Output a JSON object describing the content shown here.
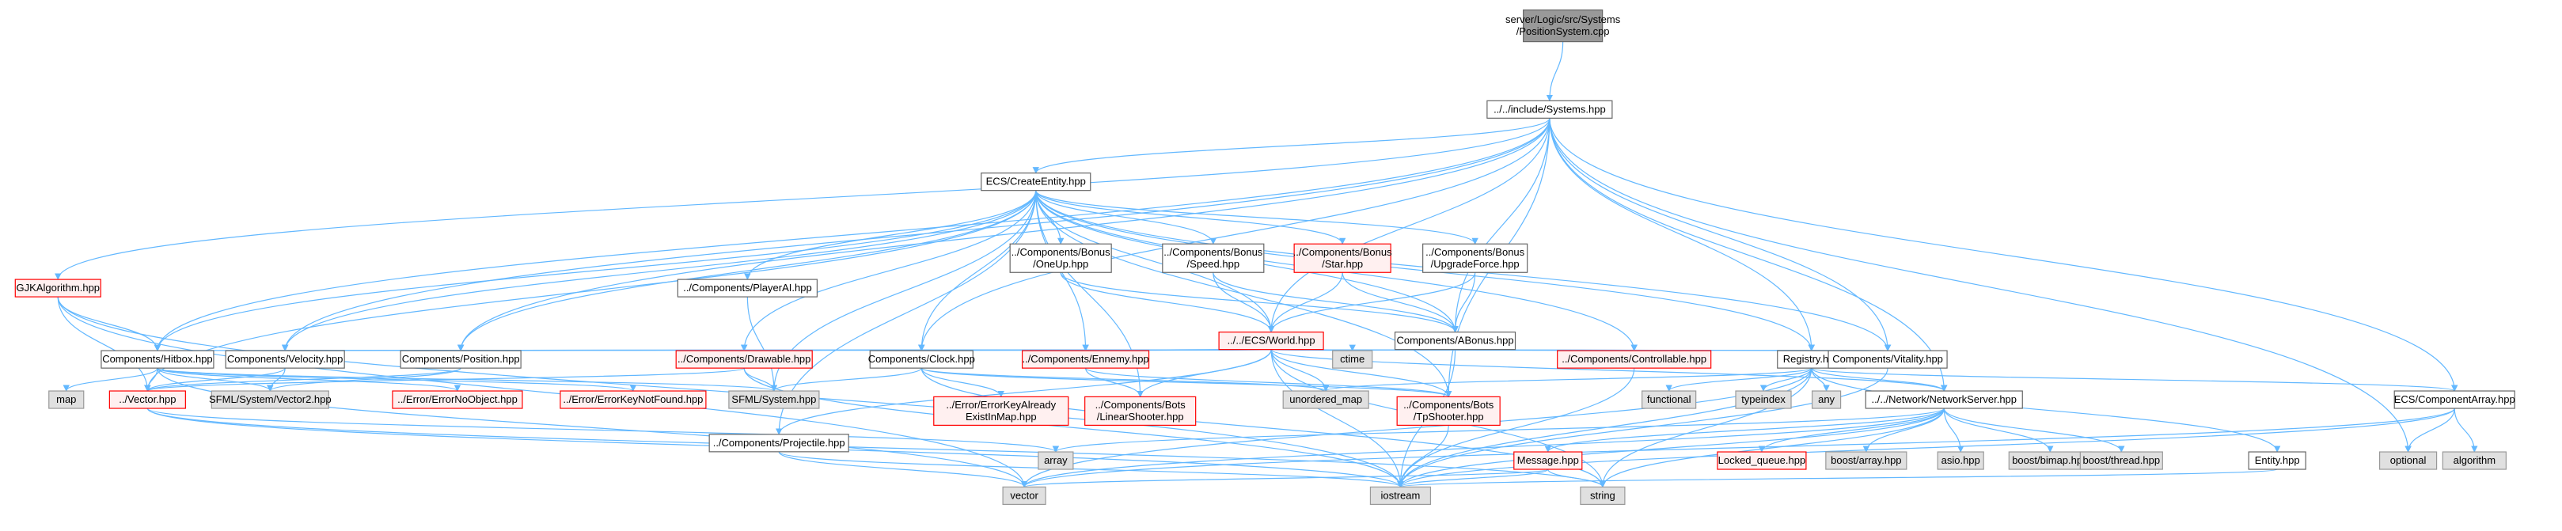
{
  "legend_colors": {
    "root": "#999999",
    "project": "#ffffff",
    "project_warn": "#fff0f0",
    "system": "#e0e0e0",
    "edge": "#63b8ff",
    "border_normal": "#666666",
    "border_red": "#ff0000",
    "border_root": "#666666"
  },
  "nodes": [
    {
      "id": "root",
      "lines": [
        "server/Logic/src/Systems",
        "/PositionSystem.cpp"
      ],
      "kind": "root"
    },
    {
      "id": "systems_hpp",
      "lines": [
        "../../include/Systems.hpp"
      ],
      "kind": "project"
    },
    {
      "id": "gjk",
      "lines": [
        "GJKAlgorithm.hpp"
      ],
      "kind": "warn"
    },
    {
      "id": "create_entity",
      "lines": [
        "ECS/CreateEntity.hpp"
      ],
      "kind": "project"
    },
    {
      "id": "bonus_oneup",
      "lines": [
        "../Components/Bonus",
        "/OneUp.hpp"
      ],
      "kind": "project"
    },
    {
      "id": "bonus_speed",
      "lines": [
        "../Components/Bonus",
        "/Speed.hpp"
      ],
      "kind": "project"
    },
    {
      "id": "bonus_star",
      "lines": [
        "../Components/Bonus",
        "/Star.hpp"
      ],
      "kind": "warn"
    },
    {
      "id": "bonus_upgrade",
      "lines": [
        "../Components/Bonus",
        "/UpgradeForce.hpp"
      ],
      "kind": "project"
    },
    {
      "id": "player_ai",
      "lines": [
        "../Components/PlayerAI.hpp"
      ],
      "kind": "project"
    },
    {
      "id": "world",
      "lines": [
        "../../ECS/World.hpp"
      ],
      "kind": "warn"
    },
    {
      "id": "abonus",
      "lines": [
        "Components/ABonus.hpp"
      ],
      "kind": "project"
    },
    {
      "id": "hitbox",
      "lines": [
        "Components/Hitbox.hpp"
      ],
      "kind": "project"
    },
    {
      "id": "velocity",
      "lines": [
        "Components/Velocity.hpp"
      ],
      "kind": "project"
    },
    {
      "id": "position",
      "lines": [
        "Components/Position.hpp"
      ],
      "kind": "project"
    },
    {
      "id": "drawable",
      "lines": [
        "../Components/Drawable.hpp"
      ],
      "kind": "warn"
    },
    {
      "id": "clock",
      "lines": [
        "Components/Clock.hpp"
      ],
      "kind": "project"
    },
    {
      "id": "ctime",
      "lines": [
        "ctime"
      ],
      "kind": "system"
    },
    {
      "id": "ennemy",
      "lines": [
        "../Components/Ennemy.hpp"
      ],
      "kind": "warn"
    },
    {
      "id": "controllable",
      "lines": [
        "../Components/Controllable.hpp"
      ],
      "kind": "warn"
    },
    {
      "id": "registry",
      "lines": [
        "Registry.hpp"
      ],
      "kind": "project"
    },
    {
      "id": "vitality",
      "lines": [
        "Components/Vitality.hpp"
      ],
      "kind": "project"
    },
    {
      "id": "map",
      "lines": [
        "map"
      ],
      "kind": "system"
    },
    {
      "id": "vector_hpp",
      "lines": [
        "../Vector.hpp"
      ],
      "kind": "warn"
    },
    {
      "id": "sfml_vector2",
      "lines": [
        "SFML/System/Vector2.hpp"
      ],
      "kind": "system"
    },
    {
      "id": "err_noobject",
      "lines": [
        "../Error/ErrorNoObject.hpp"
      ],
      "kind": "warn"
    },
    {
      "id": "err_keynotfound",
      "lines": [
        "../Error/ErrorKeyNotFound.hpp"
      ],
      "kind": "warn"
    },
    {
      "id": "sfml_system",
      "lines": [
        "SFML/System.hpp"
      ],
      "kind": "system"
    },
    {
      "id": "err_keyalready",
      "lines": [
        "../Error/ErrorKeyAlready",
        "ExistInMap.hpp"
      ],
      "kind": "warn"
    },
    {
      "id": "linear_shooter",
      "lines": [
        "../Components/Bots",
        "/LinearShooter.hpp"
      ],
      "kind": "warn"
    },
    {
      "id": "unordered_map",
      "lines": [
        "unordered_map"
      ],
      "kind": "system"
    },
    {
      "id": "tp_shooter",
      "lines": [
        "../Components/Bots",
        "/TpShooter.hpp"
      ],
      "kind": "warn"
    },
    {
      "id": "functional",
      "lines": [
        "functional"
      ],
      "kind": "system"
    },
    {
      "id": "typeindex",
      "lines": [
        "typeindex"
      ],
      "kind": "system"
    },
    {
      "id": "any",
      "lines": [
        "any"
      ],
      "kind": "system"
    },
    {
      "id": "network_server",
      "lines": [
        "../../Network/NetworkServer.hpp"
      ],
      "kind": "project"
    },
    {
      "id": "component_array",
      "lines": [
        "ECS/ComponentArray.hpp"
      ],
      "kind": "project"
    },
    {
      "id": "projectile",
      "lines": [
        "../Components/Projectile.hpp"
      ],
      "kind": "project"
    },
    {
      "id": "array",
      "lines": [
        "array"
      ],
      "kind": "system"
    },
    {
      "id": "message",
      "lines": [
        "Message.hpp"
      ],
      "kind": "warn"
    },
    {
      "id": "locked_queue",
      "lines": [
        "Locked_queue.hpp"
      ],
      "kind": "warn"
    },
    {
      "id": "boost_array",
      "lines": [
        "boost/array.hpp"
      ],
      "kind": "system"
    },
    {
      "id": "asio",
      "lines": [
        "asio.hpp"
      ],
      "kind": "system"
    },
    {
      "id": "boost_bimap",
      "lines": [
        "boost/bimap.hpp"
      ],
      "kind": "system"
    },
    {
      "id": "boost_thread",
      "lines": [
        "boost/thread.hpp"
      ],
      "kind": "system"
    },
    {
      "id": "entity",
      "lines": [
        "Entity.hpp"
      ],
      "kind": "project"
    },
    {
      "id": "optional",
      "lines": [
        "optional"
      ],
      "kind": "system"
    },
    {
      "id": "algorithm",
      "lines": [
        "algorithm"
      ],
      "kind": "system"
    },
    {
      "id": "vector",
      "lines": [
        "vector"
      ],
      "kind": "system"
    },
    {
      "id": "iostream",
      "lines": [
        "iostream"
      ],
      "kind": "system"
    },
    {
      "id": "string",
      "lines": [
        "string"
      ],
      "kind": "system"
    }
  ],
  "edges": [
    [
      "root",
      "systems_hpp"
    ],
    [
      "systems_hpp",
      "gjk"
    ],
    [
      "systems_hpp",
      "create_entity"
    ],
    [
      "systems_hpp",
      "world"
    ],
    [
      "systems_hpp",
      "hitbox"
    ],
    [
      "systems_hpp",
      "velocity"
    ],
    [
      "systems_hpp",
      "position"
    ],
    [
      "systems_hpp",
      "registry"
    ],
    [
      "systems_hpp",
      "vitality"
    ],
    [
      "systems_hpp",
      "network_server"
    ],
    [
      "systems_hpp",
      "component_array"
    ],
    [
      "systems_hpp",
      "optional"
    ],
    [
      "systems_hpp",
      "abonus"
    ],
    [
      "systems_hpp",
      "tp_shooter"
    ],
    [
      "systems_hpp",
      "clock"
    ],
    [
      "gjk",
      "hitbox"
    ],
    [
      "gjk",
      "vector_hpp"
    ],
    [
      "gjk",
      "vector"
    ],
    [
      "gjk",
      "iostream"
    ],
    [
      "create_entity",
      "bonus_oneup"
    ],
    [
      "create_entity",
      "bonus_speed"
    ],
    [
      "create_entity",
      "bonus_star"
    ],
    [
      "create_entity",
      "bonus_upgrade"
    ],
    [
      "create_entity",
      "player_ai"
    ],
    [
      "create_entity",
      "world"
    ],
    [
      "create_entity",
      "hitbox"
    ],
    [
      "create_entity",
      "velocity"
    ],
    [
      "create_entity",
      "position"
    ],
    [
      "create_entity",
      "drawable"
    ],
    [
      "create_entity",
      "clock"
    ],
    [
      "create_entity",
      "ennemy"
    ],
    [
      "create_entity",
      "controllable"
    ],
    [
      "create_entity",
      "registry"
    ],
    [
      "create_entity",
      "vitality"
    ],
    [
      "create_entity",
      "linear_shooter"
    ],
    [
      "create_entity",
      "tp_shooter"
    ],
    [
      "create_entity",
      "projectile"
    ],
    [
      "create_entity",
      "sfml_system"
    ],
    [
      "create_entity",
      "abonus"
    ],
    [
      "create_entity",
      "vector_hpp"
    ],
    [
      "bonus_oneup",
      "world"
    ],
    [
      "bonus_oneup",
      "abonus"
    ],
    [
      "bonus_speed",
      "world"
    ],
    [
      "bonus_speed",
      "abonus"
    ],
    [
      "bonus_star",
      "world"
    ],
    [
      "bonus_star",
      "abonus"
    ],
    [
      "bonus_upgrade",
      "world"
    ],
    [
      "bonus_upgrade",
      "abonus"
    ],
    [
      "player_ai",
      "sfml_system"
    ],
    [
      "world",
      "hitbox"
    ],
    [
      "world",
      "velocity"
    ],
    [
      "world",
      "position"
    ],
    [
      "world",
      "drawable"
    ],
    [
      "world",
      "clock"
    ],
    [
      "world",
      "ctime"
    ],
    [
      "world",
      "ennemy"
    ],
    [
      "world",
      "controllable"
    ],
    [
      "world",
      "registry"
    ],
    [
      "world",
      "vitality"
    ],
    [
      "world",
      "linear_shooter"
    ],
    [
      "world",
      "tp_shooter"
    ],
    [
      "world",
      "unordered_map"
    ],
    [
      "world",
      "projectile"
    ],
    [
      "world",
      "iostream"
    ],
    [
      "world",
      "string"
    ],
    [
      "world",
      "network_server"
    ],
    [
      "abonus",
      "iostream"
    ],
    [
      "hitbox",
      "map"
    ],
    [
      "hitbox",
      "vector_hpp"
    ],
    [
      "hitbox",
      "sfml_vector2"
    ],
    [
      "hitbox",
      "err_noobject"
    ],
    [
      "hitbox",
      "err_keynotfound"
    ],
    [
      "hitbox",
      "sfml_system"
    ],
    [
      "hitbox",
      "vector"
    ],
    [
      "velocity",
      "vector_hpp"
    ],
    [
      "velocity",
      "sfml_vector2"
    ],
    [
      "position",
      "vector_hpp"
    ],
    [
      "position",
      "sfml_vector2"
    ],
    [
      "drawable",
      "sfml_system"
    ],
    [
      "drawable",
      "vector_hpp"
    ],
    [
      "drawable",
      "iostream"
    ],
    [
      "clock",
      "sfml_system"
    ],
    [
      "clock",
      "err_keyalready"
    ],
    [
      "clock",
      "unordered_map"
    ],
    [
      "clock",
      "tp_shooter"
    ],
    [
      "clock",
      "string"
    ],
    [
      "ennemy",
      "tp_shooter"
    ],
    [
      "ennemy",
      "linear_shooter"
    ],
    [
      "controllable",
      "iostream"
    ],
    [
      "registry",
      "unordered_map"
    ],
    [
      "registry",
      "functional"
    ],
    [
      "registry",
      "typeindex"
    ],
    [
      "registry",
      "any"
    ],
    [
      "registry",
      "network_server"
    ],
    [
      "registry",
      "component_array"
    ],
    [
      "registry",
      "entity"
    ],
    [
      "registry",
      "iostream"
    ],
    [
      "registry",
      "vector"
    ],
    [
      "registry",
      "string"
    ],
    [
      "vitality",
      "iostream"
    ],
    [
      "vector_hpp",
      "array"
    ],
    [
      "vector_hpp",
      "iostream"
    ],
    [
      "vector_hpp",
      "string"
    ],
    [
      "tp_shooter",
      "iostream"
    ],
    [
      "network_server",
      "array"
    ],
    [
      "network_server",
      "message"
    ],
    [
      "network_server",
      "locked_queue"
    ],
    [
      "network_server",
      "boost_array"
    ],
    [
      "network_server",
      "asio"
    ],
    [
      "network_server",
      "boost_bimap"
    ],
    [
      "network_server",
      "boost_thread"
    ],
    [
      "network_server",
      "iostream"
    ],
    [
      "network_server",
      "string"
    ],
    [
      "network_server",
      "vector"
    ],
    [
      "component_array",
      "optional"
    ],
    [
      "component_array",
      "algorithm"
    ],
    [
      "component_array",
      "iostream"
    ],
    [
      "component_array",
      "vector"
    ],
    [
      "projectile",
      "vector"
    ],
    [
      "projectile",
      "iostream"
    ],
    [
      "message",
      "vector"
    ],
    [
      "message",
      "iostream"
    ],
    [
      "message",
      "string"
    ],
    [
      "entity",
      "iostream"
    ]
  ]
}
